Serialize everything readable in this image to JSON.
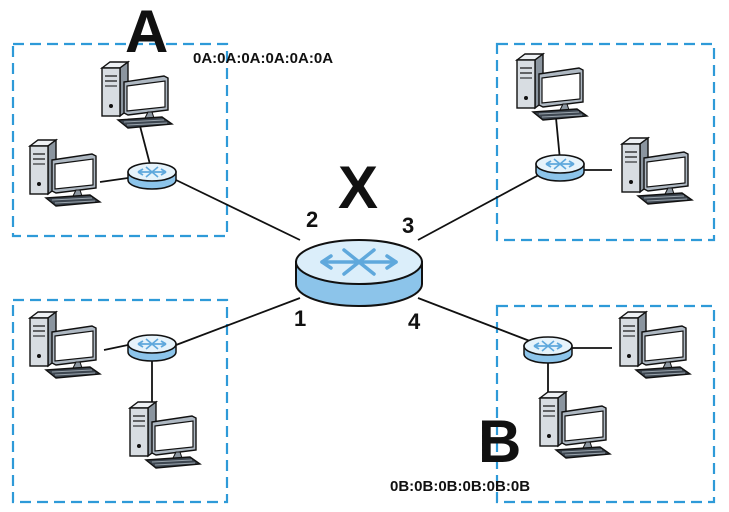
{
  "switch_label": "X",
  "host_a": {
    "label": "A",
    "mac": "0A:0A:0A:0A:0A:0A"
  },
  "host_b": {
    "label": "B",
    "mac": "0B:0B:0B:0B:0B:0B"
  },
  "ports": [
    "1",
    "2",
    "3",
    "4"
  ],
  "colors": {
    "dash_border": "#2e9ad8",
    "link": "#111111",
    "switch_top": "#dbeefa",
    "switch_side": "#8cc4ea",
    "arrow": "#5fa8dc",
    "monitor": "#c9d1d8",
    "screen": "#ffffff"
  },
  "icons": [
    "switch-icon",
    "hub-icon",
    "computer-icon"
  ]
}
